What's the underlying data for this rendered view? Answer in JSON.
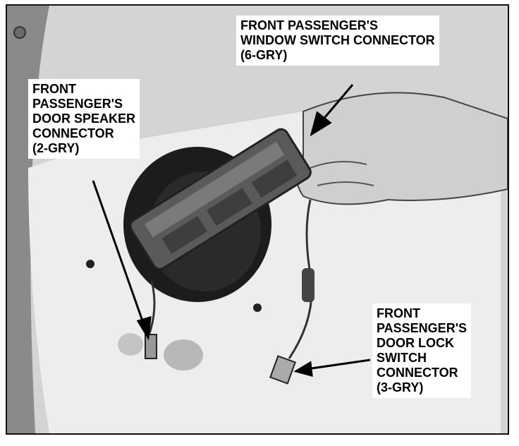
{
  "colors": {
    "background": "#d9d9d9",
    "panel": "#ececec",
    "hole": "#1a1a1a",
    "hand": "#cfcfcf",
    "switch_body": "#5a5a5a",
    "label_bg": "#ffffff",
    "arrow": "#000000"
  },
  "callouts": {
    "window_switch": {
      "lines": [
        "FRONT PASSENGER'S",
        "WINDOW SWITCH CONNECTOR",
        "(6-GRY)"
      ]
    },
    "door_speaker": {
      "lines": [
        "FRONT",
        "PASSENGER'S",
        "DOOR SPEAKER",
        "CONNECTOR",
        "(2-GRY)"
      ]
    },
    "door_lock": {
      "lines": [
        "FRONT",
        "PASSENGER'S",
        "DOOR LOCK",
        "SWITCH",
        "CONNECTOR",
        "(3-GRY)"
      ]
    }
  }
}
